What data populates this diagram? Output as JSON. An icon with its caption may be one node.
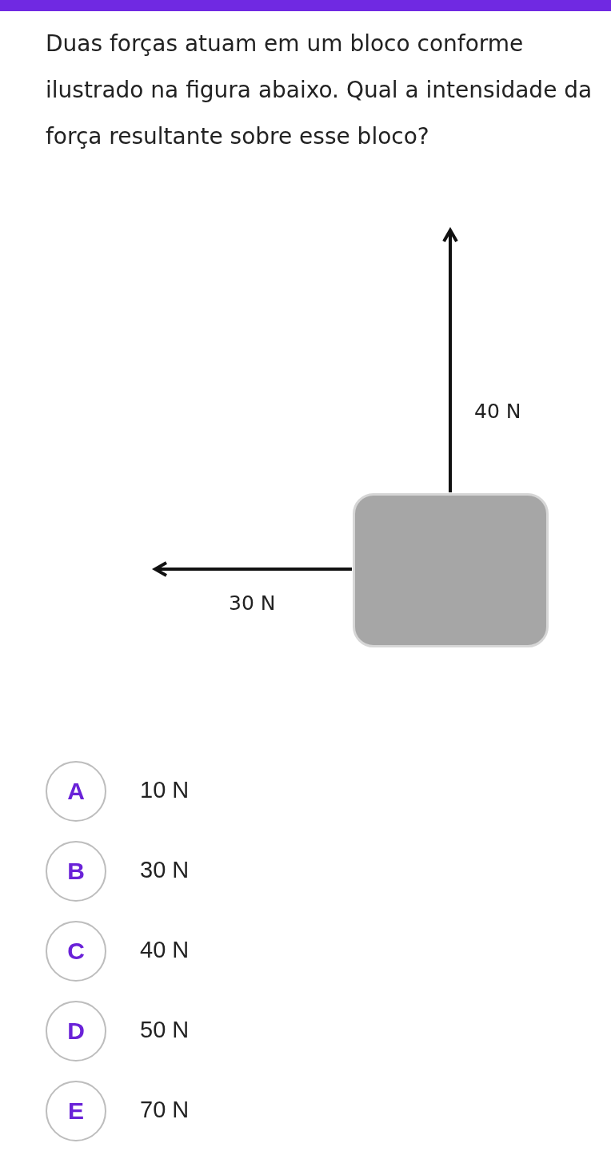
{
  "diagram": {
    "title": "Duas forças atuam em um bloco conforme ilustrado na figura abaixo. Qual a intensidade da força resultante sobre esse bloco?",
    "nodes": [
      {
        "text": [],
        "shape": "bar"
      },
      {
        "text": [],
        "shape": "box"
      },
      {
        "text": [
          "A"
        ],
        "beside": [
          "10 N"
        ]
      },
      {
        "text": [
          "B"
        ],
        "beside": [
          "30 N"
        ]
      },
      {
        "text": [
          "C"
        ],
        "beside": [
          "40 N"
        ]
      },
      {
        "text": [
          "D"
        ],
        "beside": [
          "50 N"
        ]
      },
      {
        "text": [
          "E"
        ],
        "beside": [
          "70 N"
        ]
      }
    ],
    "labels": [
      "40 N",
      "30 N"
    ]
  }
}
